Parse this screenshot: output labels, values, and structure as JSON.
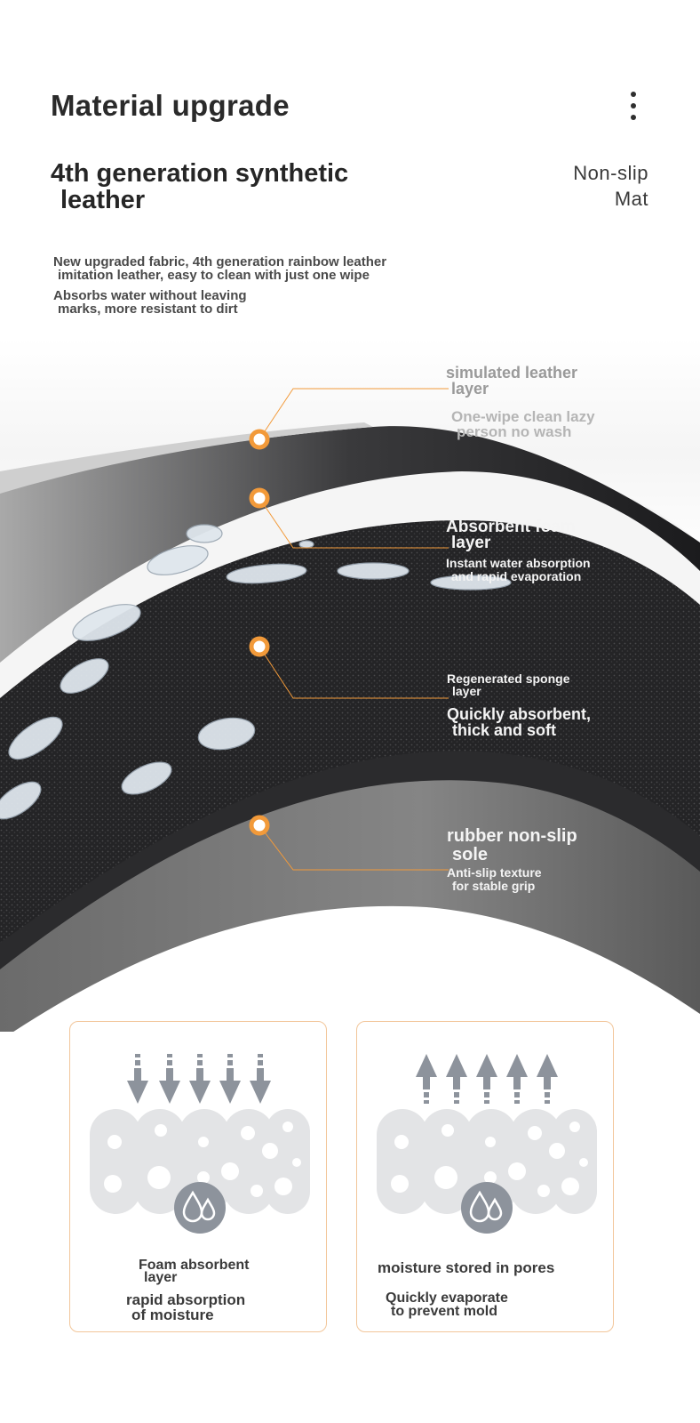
{
  "header": {
    "title": "Material upgrade",
    "subtitle_line1": "4th generation synthetic",
    "subtitle_line2": "leather",
    "side_line1": "Non-slip",
    "side_line2": "Mat"
  },
  "description": {
    "p1_line1": "New upgraded fabric, 4th generation rainbow leather",
    "p1_line2": "imitation leather, easy to clean with just one wipe",
    "p2_line1": "Absorbs water without leaving",
    "p2_line2": "marks, more resistant to dirt"
  },
  "layers": [
    {
      "title_line1": "simulated leather",
      "title_line2": "layer",
      "desc_line1": "One-wipe clean lazy",
      "desc_line2": "person no wash"
    },
    {
      "title_line1": "Absorbent foam",
      "title_line2": "layer",
      "desc_line1": "Instant water absorption",
      "desc_line2": "and rapid evaporation"
    },
    {
      "title_line1": "Regenerated sponge",
      "title_line2": "layer",
      "desc_line1": "Quickly absorbent,",
      "desc_line2": "thick and soft"
    },
    {
      "title_line1": "rubber non-slip",
      "title_line2": "sole",
      "desc_line1": "Anti-slip texture",
      "desc_line2": "for stable grip"
    }
  ],
  "cards": [
    {
      "title_line1": "Foam absorbent",
      "title_line2": "layer",
      "desc_line1": "rapid absorption",
      "desc_line2": "of moisture",
      "arrow_direction": "down"
    },
    {
      "title_line1": "moisture stored in pores",
      "desc_line1": "Quickly evaporate",
      "desc_line2": "to prevent mold",
      "arrow_direction": "up"
    }
  ],
  "colors": {
    "accent_orange": "#f29a3a",
    "card_border": "#f2c69a",
    "dark_layer": "#1e1e20",
    "icon_gray": "#8d939c"
  },
  "icons": {
    "menu": "more-vertical-icon",
    "drop": "water-drops-icon"
  }
}
